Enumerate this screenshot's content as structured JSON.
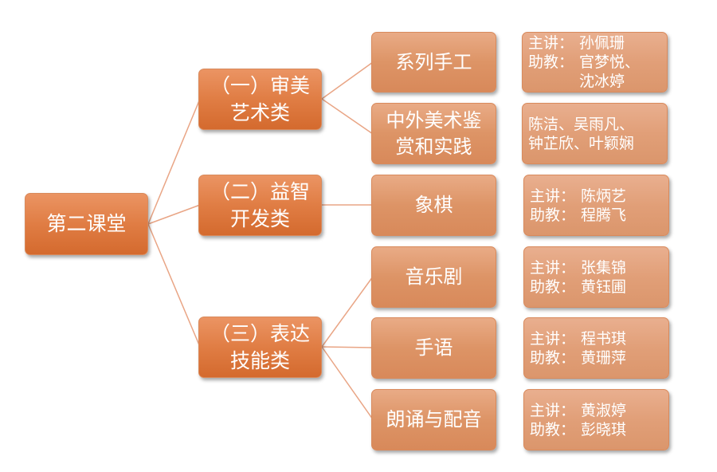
{
  "root": {
    "lines": [
      "第二课堂"
    ]
  },
  "categories": [
    {
      "lines": [
        "（一）审美",
        "艺术类"
      ]
    },
    {
      "lines": [
        "（二）益智",
        "开发类"
      ]
    },
    {
      "lines": [
        "（三）表达",
        "技能类"
      ]
    }
  ],
  "courses": [
    {
      "lines": [
        "系列手工"
      ]
    },
    {
      "lines": [
        "中外美术鉴",
        "赏和实践"
      ]
    },
    {
      "lines": [
        "象棋"
      ]
    },
    {
      "lines": [
        "音乐剧"
      ]
    },
    {
      "lines": [
        "手语"
      ]
    },
    {
      "lines": [
        "朗诵与配音"
      ]
    }
  ],
  "teachers": [
    {
      "rows": [
        {
          "label": "主讲：",
          "value": "孙佩珊"
        },
        {
          "label": "助教：",
          "value": "官梦悦、"
        },
        {
          "label": "",
          "value": "沈冰婷"
        }
      ]
    },
    {
      "rows": [
        {
          "label": "",
          "value": "陈洁、吴雨凡、"
        },
        {
          "label": "",
          "value": "钟芷欣、叶颖娴"
        }
      ]
    },
    {
      "rows": [
        {
          "label": "主讲：",
          "value": "陈炳艺"
        },
        {
          "label": "助教：",
          "value": "程腾飞"
        }
      ]
    },
    {
      "rows": [
        {
          "label": "主讲：",
          "value": "张集锦"
        },
        {
          "label": "助教：",
          "value": "黄钰圃"
        }
      ]
    },
    {
      "rows": [
        {
          "label": "主讲：",
          "value": "程书琪"
        },
        {
          "label": "助教：",
          "value": "黄珊萍"
        }
      ]
    },
    {
      "rows": [
        {
          "label": "主讲：",
          "value": "黄淑婷"
        },
        {
          "label": "助教：",
          "value": "彭晓琪"
        }
      ]
    }
  ],
  "colors": {
    "connector": "#e9a585",
    "node_dark": "#e07d44",
    "node_mid": "#dd9466",
    "node_light": "#e19f78",
    "text": "#ffffff"
  }
}
